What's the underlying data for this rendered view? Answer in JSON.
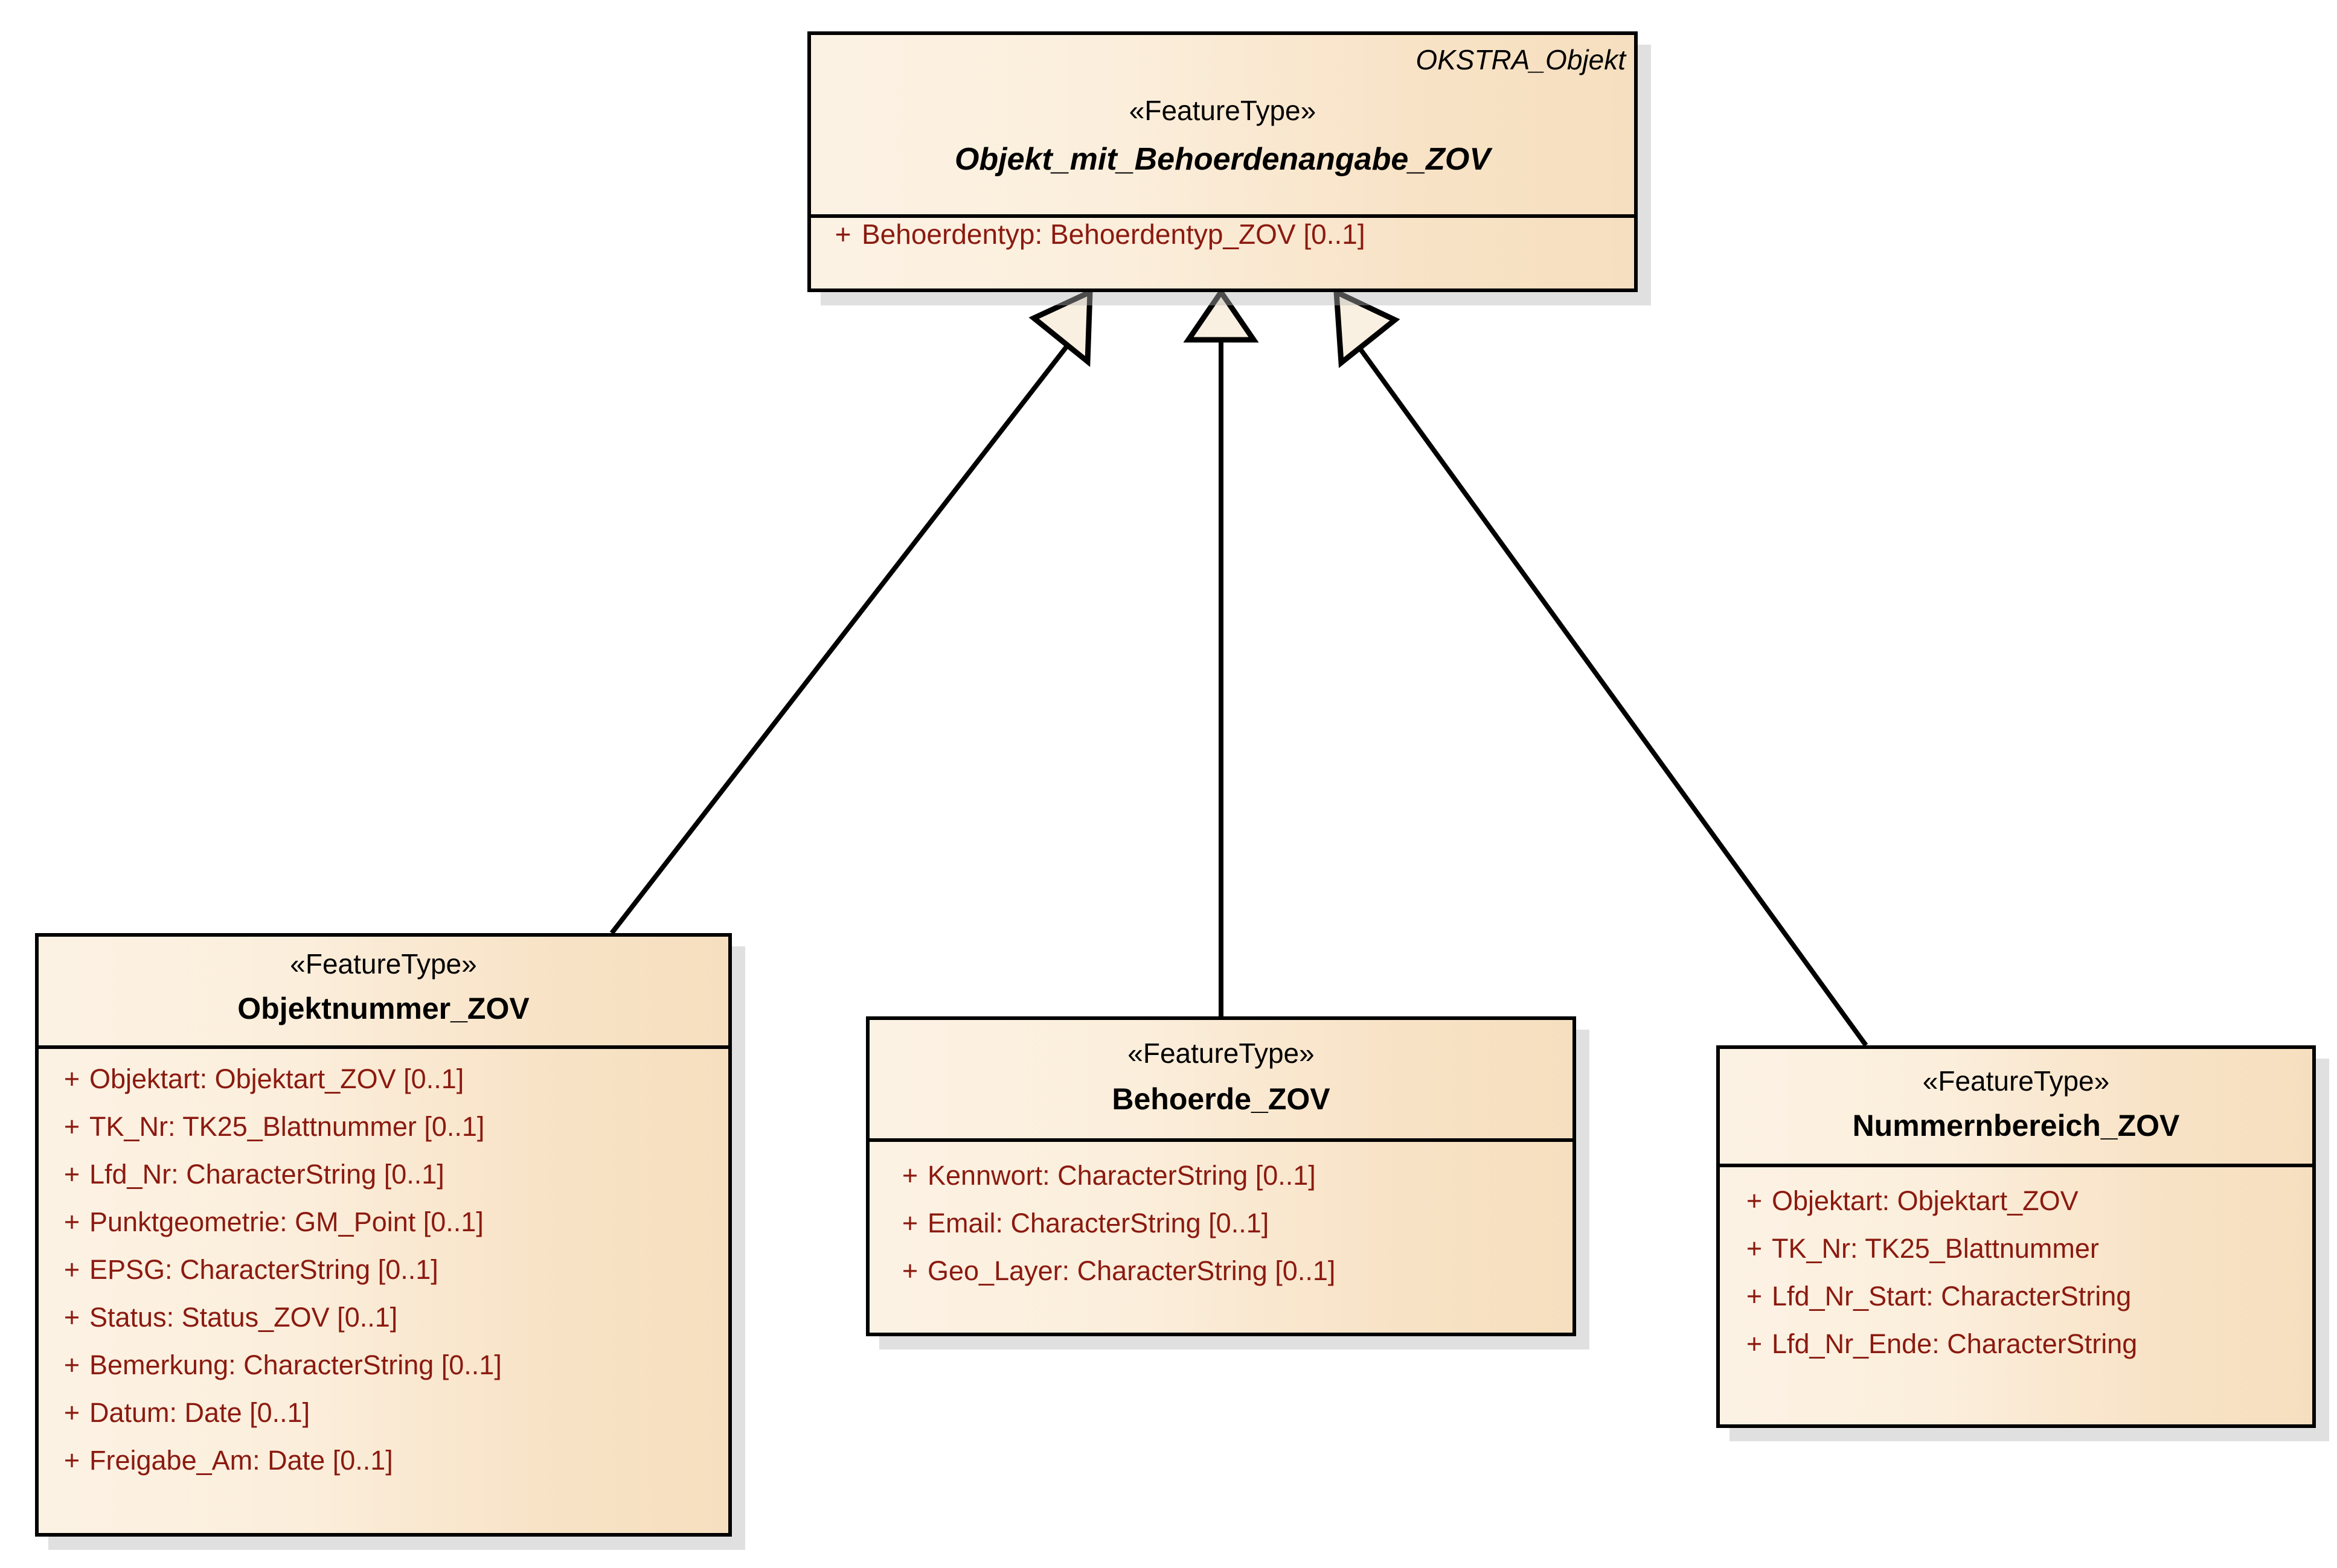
{
  "diagram": {
    "kind": "UML class diagram",
    "background": "#ffffff",
    "class_fill_light": "#FCF2E4",
    "class_fill_dark": "#F6DFBF",
    "border_color": "#000000",
    "attribute_color": "#8B1A10",
    "shadow_color": "#BEBEBE"
  },
  "parent": {
    "qualified_name": "OKSTRA_Objekt",
    "stereotype": "«FeatureType»",
    "name": "Objekt_mit_Behoerdenangabe_ZOV",
    "attributes": [
      {
        "visibility": "+",
        "text": "Behoerdentyp: Behoerdentyp_ZOV [0..1]"
      }
    ]
  },
  "children": [
    {
      "id": "objektnummer",
      "stereotype": "«FeatureType»",
      "name": "Objektnummer_ZOV",
      "attributes": [
        {
          "visibility": "+",
          "text": "Objektart: Objektart_ZOV [0..1]"
        },
        {
          "visibility": "+",
          "text": "TK_Nr: TK25_Blattnummer [0..1]"
        },
        {
          "visibility": "+",
          "text": "Lfd_Nr: CharacterString [0..1]"
        },
        {
          "visibility": "+",
          "text": "Punktgeometrie: GM_Point [0..1]"
        },
        {
          "visibility": "+",
          "text": "EPSG: CharacterString [0..1]"
        },
        {
          "visibility": "+",
          "text": "Status: Status_ZOV [0..1]"
        },
        {
          "visibility": "+",
          "text": "Bemerkung: CharacterString [0..1]"
        },
        {
          "visibility": "+",
          "text": "Datum: Date [0..1]"
        },
        {
          "visibility": "+",
          "text": "Freigabe_Am: Date [0..1]"
        }
      ]
    },
    {
      "id": "behoerde",
      "stereotype": "«FeatureType»",
      "name": "Behoerde_ZOV",
      "attributes": [
        {
          "visibility": "+",
          "text": "Kennwort: CharacterString [0..1]"
        },
        {
          "visibility": "+",
          "text": "Email: CharacterString [0..1]"
        },
        {
          "visibility": "+",
          "text": "Geo_Layer: CharacterString [0..1]"
        }
      ]
    },
    {
      "id": "nummernbereich",
      "stereotype": "«FeatureType»",
      "name": "Nummernbereich_ZOV",
      "attributes": [
        {
          "visibility": "+",
          "text": "Objektart: Objektart_ZOV"
        },
        {
          "visibility": "+",
          "text": "TK_Nr: TK25_Blattnummer"
        },
        {
          "visibility": "+",
          "text": "Lfd_Nr_Start: CharacterString"
        },
        {
          "visibility": "+",
          "text": "Lfd_Nr_Ende: CharacterString"
        }
      ]
    }
  ],
  "relationships": [
    {
      "type": "generalization",
      "from": "Objektnummer_ZOV",
      "to": "Objekt_mit_Behoerdenangabe_ZOV"
    },
    {
      "type": "generalization",
      "from": "Behoerde_ZOV",
      "to": "Objekt_mit_Behoerdenangabe_ZOV"
    },
    {
      "type": "generalization",
      "from": "Nummernbereich_ZOV",
      "to": "Objekt_mit_Behoerdenangabe_ZOV"
    }
  ]
}
